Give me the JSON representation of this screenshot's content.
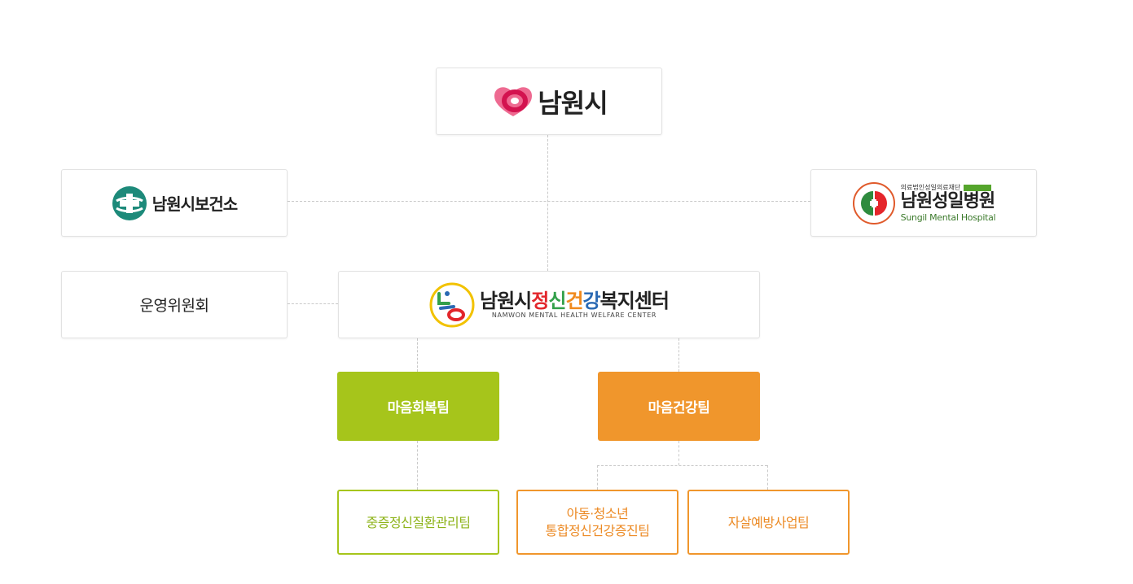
{
  "root": {
    "name": "남원시"
  },
  "health_center": {
    "name": "남원시보건소"
  },
  "hospital": {
    "small": "의료법인성일의료재단",
    "name": "남원성일병원",
    "english": "Sungil Mental Hospital"
  },
  "committee": {
    "name": "운영위원회"
  },
  "center": {
    "prefix": "남원시",
    "c1": "정",
    "c2": "신",
    "c3": "건",
    "c4": "강",
    "suffix": "복지센터",
    "english": "NAMWON MENTAL HEALTH WELFARE CENTER"
  },
  "teams": [
    {
      "name": "마음회복팀",
      "color": "#a6c51b"
    },
    {
      "name": "마음건강팀",
      "color": "#f0962c"
    }
  ],
  "subteams": {
    "severe": "중증정신질환관리팀",
    "youth_line1": "아동·청소년",
    "youth_line2": "통합정신건강증진팀",
    "suicide": "자살예방사업팀"
  },
  "colors": {
    "green": "#a6c51b",
    "orange": "#f0962c",
    "center_red": "#e2262b",
    "center_green": "#33a04a",
    "center_orange": "#f08a1d",
    "center_blue": "#2a69b3"
  }
}
